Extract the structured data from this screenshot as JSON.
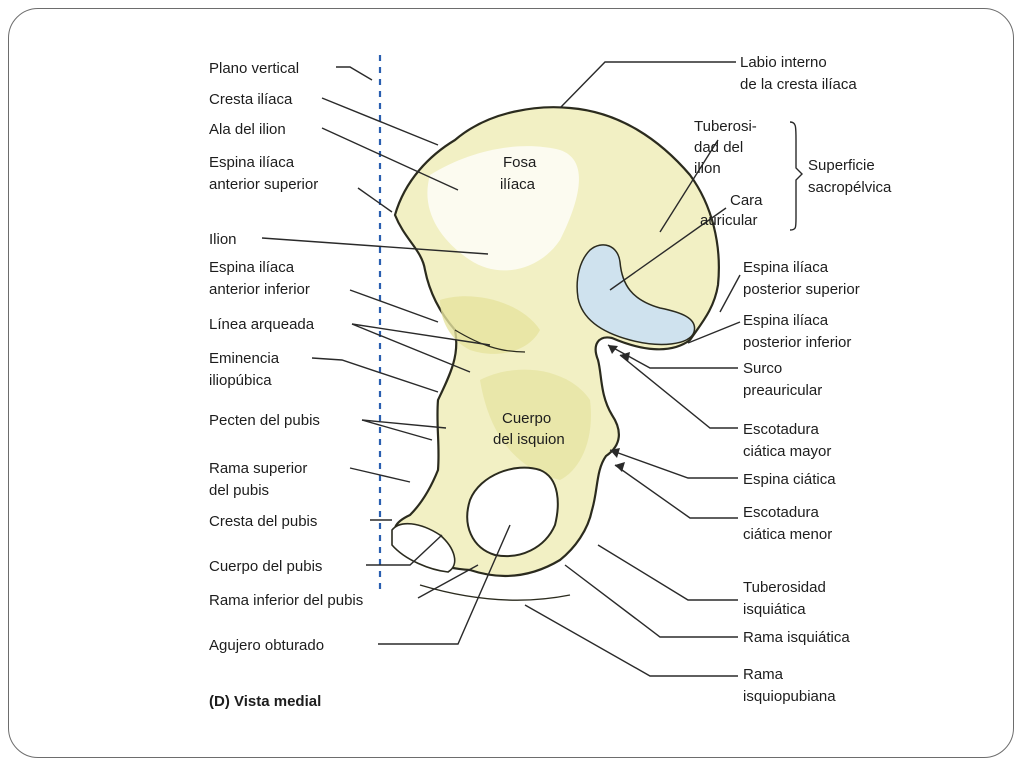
{
  "caption": "(D) Vista medial",
  "colors": {
    "bone_fill": "#f2f0c4",
    "bone_shade": "#e6e39f",
    "auricular_blue": "#cfe2ee",
    "vertical_plane": "#2a5fb0"
  },
  "labels_left": [
    {
      "id": "plano-vertical",
      "lines": [
        "Plano vertical"
      ]
    },
    {
      "id": "cresta-iliaca",
      "lines": [
        "Cresta ilíaca"
      ]
    },
    {
      "id": "ala-ilion",
      "lines": [
        "Ala del ilion"
      ]
    },
    {
      "id": "eias",
      "lines": [
        "Espina ilíaca",
        "anterior superior"
      ]
    },
    {
      "id": "ilion",
      "lines": [
        "Ilion"
      ]
    },
    {
      "id": "eiai",
      "lines": [
        "Espina ilíaca",
        "anterior inferior"
      ]
    },
    {
      "id": "linea-arqueada",
      "lines": [
        "Línea arqueada"
      ]
    },
    {
      "id": "eminencia",
      "lines": [
        "Eminencia",
        "iliopúbica"
      ]
    },
    {
      "id": "pecten",
      "lines": [
        "Pecten del pubis"
      ]
    },
    {
      "id": "rama-superior",
      "lines": [
        "Rama superior",
        "del pubis"
      ]
    },
    {
      "id": "cresta-pubis",
      "lines": [
        "Cresta del pubis"
      ]
    },
    {
      "id": "cuerpo-pubis",
      "lines": [
        "Cuerpo del pubis"
      ]
    },
    {
      "id": "rama-inferior",
      "lines": [
        "Rama inferior del pubis"
      ]
    },
    {
      "id": "agujero",
      "lines": [
        "Agujero obturado"
      ]
    }
  ],
  "labels_right": [
    {
      "id": "labio-interno",
      "lines": [
        "Labio interno",
        "de la cresta ilíaca"
      ]
    },
    {
      "id": "superficie",
      "lines": [
        "Superficie",
        "sacropélvica"
      ]
    },
    {
      "id": "eips",
      "lines": [
        "Espina ilíaca",
        "posterior superior"
      ]
    },
    {
      "id": "eipi",
      "lines": [
        "Espina ilíaca",
        "posterior inferior"
      ]
    },
    {
      "id": "surco",
      "lines": [
        "Surco",
        "preauricular"
      ]
    },
    {
      "id": "escotadura-mayor",
      "lines": [
        "Escotadura",
        "ciática mayor"
      ]
    },
    {
      "id": "espina-ciatica",
      "lines": [
        "Espina ciática"
      ]
    },
    {
      "id": "escotadura-menor",
      "lines": [
        "Escotadura",
        "ciática menor"
      ]
    },
    {
      "id": "tuberosidad-isq",
      "lines": [
        "Tuberosidad",
        "isquiática"
      ]
    },
    {
      "id": "rama-isq",
      "lines": [
        "Rama isquiática"
      ]
    },
    {
      "id": "rama-isquiopubiana",
      "lines": [
        "Rama",
        "isquiopubiana"
      ]
    }
  ],
  "labels_inner": [
    {
      "id": "tuberosidad-ilion",
      "lines": [
        "Tuberosi-",
        "dad del",
        "ilion"
      ]
    },
    {
      "id": "cara-auricular",
      "lines": [
        "Cara",
        "auricular"
      ]
    },
    {
      "id": "fosa-iliaca",
      "lines": [
        "Fosa",
        "ilíaca"
      ]
    },
    {
      "id": "cuerpo-isquion",
      "lines": [
        "Cuerpo",
        "del isquion"
      ]
    }
  ]
}
